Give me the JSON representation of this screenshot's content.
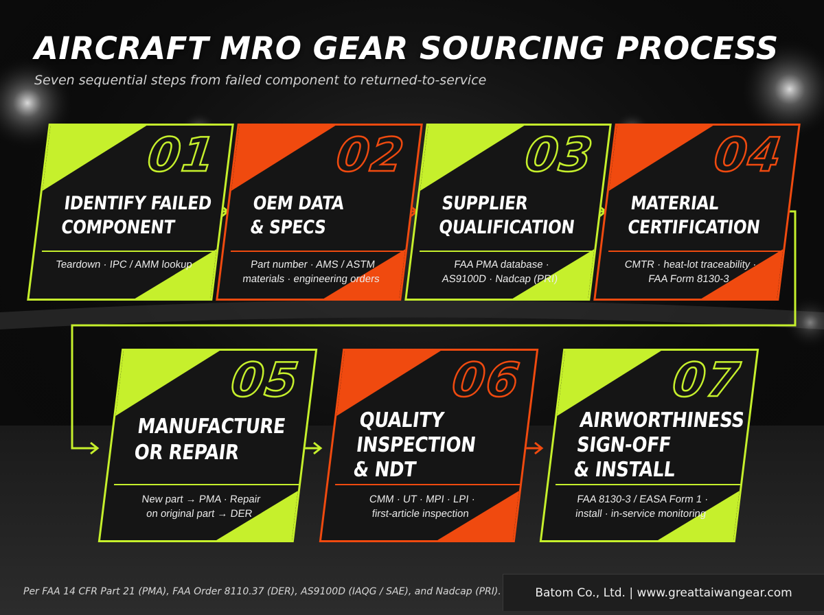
{
  "header": {
    "title": "AIRCRAFT MRO GEAR SOURCING PROCESS",
    "subtitle": "Seven sequential steps from failed component to returned-to-service"
  },
  "steps": [
    {
      "number": "01",
      "title_lines": [
        "IDENTIFY FAILED",
        "COMPONENT"
      ],
      "desc_lines": [
        "Teardown · IPC / AMM lookup"
      ],
      "accent": "#c6f02c"
    },
    {
      "number": "02",
      "title_lines": [
        "OEM DATA",
        "& SPECS"
      ],
      "desc_lines": [
        "Part number · AMS / ASTM",
        "materials · engineering orders"
      ],
      "accent": "#f04a0f"
    },
    {
      "number": "03",
      "title_lines": [
        "SUPPLIER",
        "QUALIFICATION"
      ],
      "desc_lines": [
        "FAA PMA database ·",
        "AS9100D · Nadcap (PRI)"
      ],
      "accent": "#c6f02c"
    },
    {
      "number": "04",
      "title_lines": [
        "MATERIAL",
        "CERTIFICATION"
      ],
      "desc_lines": [
        "CMTR · heat-lot traceability ·",
        "FAA Form 8130-3"
      ],
      "accent": "#f04a0f"
    },
    {
      "number": "05",
      "title_lines": [
        "MANUFACTURE",
        "OR REPAIR"
      ],
      "desc_lines": [
        "New part → PMA · Repair",
        "on original part → DER"
      ],
      "accent": "#c6f02c"
    },
    {
      "number": "06",
      "title_lines": [
        "QUALITY",
        "INSPECTION",
        "& NDT"
      ],
      "desc_lines": [
        "CMM · UT · MPI · LPI ·",
        "first-article inspection"
      ],
      "accent": "#f04a0f"
    },
    {
      "number": "07",
      "title_lines": [
        "AIRWORTHINESS",
        "SIGN-OFF",
        "& INSTALL"
      ],
      "desc_lines": [
        "FAA 8130-3 / EASA Form 1 ·",
        "install · in-service monitoring"
      ],
      "accent": "#c6f02c"
    }
  ],
  "footer": {
    "footnote": "Per FAA 14 CFR Part 21 (PMA), FAA Order 8110.37 (DER), AS9100D (IAQG / SAE), and Nadcap (PRI).",
    "credit": "Batom Co., Ltd. | www.greattaiwangear.com"
  },
  "colors": {
    "green": "#c6f02c",
    "orange": "#f04a0f",
    "background": "#0c0c0c"
  }
}
